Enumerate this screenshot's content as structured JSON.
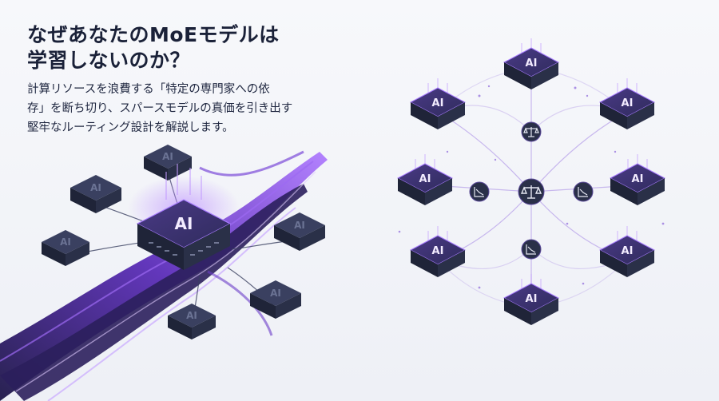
{
  "headline": {
    "line1": "なぜあなたのMoEモデルは",
    "line2": "学習しないのか？"
  },
  "lead": {
    "line1": "計算リソースを浪費する「特定の専門家への依",
    "line2": "存」を断ち切り、スパースモデルの真価を引き出す",
    "line3": "堅牢なルーティング設計を解説します。"
  },
  "chip_label": "AI",
  "icons": {
    "balance": "scale-icon",
    "decline": "decreasing-chart-icon"
  },
  "colors": {
    "chip_dark": "#2a3048",
    "chip_top": "#3a4060",
    "accent_purple": "#8b4cf0",
    "flow_light": "#c9a8ff",
    "text_dark": "#1a2138"
  }
}
